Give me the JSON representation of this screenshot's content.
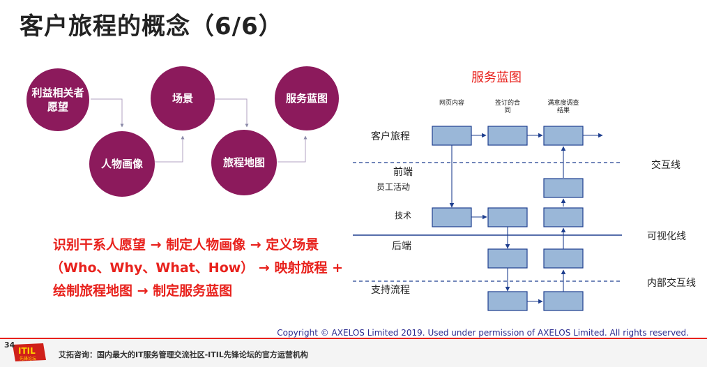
{
  "slide": {
    "title": "客户旅程的概念（6/6）",
    "page_number": "34"
  },
  "flow": {
    "step1_line1": "利益相关者",
    "step1_line2": "愿望",
    "step2": "人物画像",
    "step3": "场景",
    "step4": "旅程地图",
    "step5": "服务蓝图"
  },
  "summary": {
    "line1": "识别干系人愿望 → 制定人物画像 → 定义场景",
    "line2": "（Who、Why、What、How） → 映射旅程 +",
    "line3": "绘制旅程地图 → 制定服务蓝图"
  },
  "blueprint": {
    "title": "服务蓝图",
    "col1": "网页内容",
    "col2_line1": "签订的合",
    "col2_line2": "同",
    "col3_line1": "满意度调查",
    "col3_line2": "结果",
    "lane_customer": "客户旅程",
    "lane_front": "前端",
    "lane_staff": "员工活动",
    "lane_tech": "技术",
    "lane_back": "后端",
    "lane_support": "支持流程",
    "line_interaction": "交互线",
    "line_visibility": "可视化线",
    "line_internal": "内部交互线",
    "box_color": "#9ab7d8",
    "line_color": "#1f3f8f"
  },
  "copyright": "Copyright © AXELOS Limited 2019. Used under permission of AXELOS Limited. All rights reserved.",
  "footer": {
    "text": "艾拓咨询：国内最大的IT服务管理交流社区-ITIL先锋论坛的官方运营机构",
    "logo_text": "ITIL",
    "logo_sub": "先锋论坛"
  },
  "colors": {
    "circle": "#8c1a5c",
    "accent_red": "#e8211c"
  }
}
